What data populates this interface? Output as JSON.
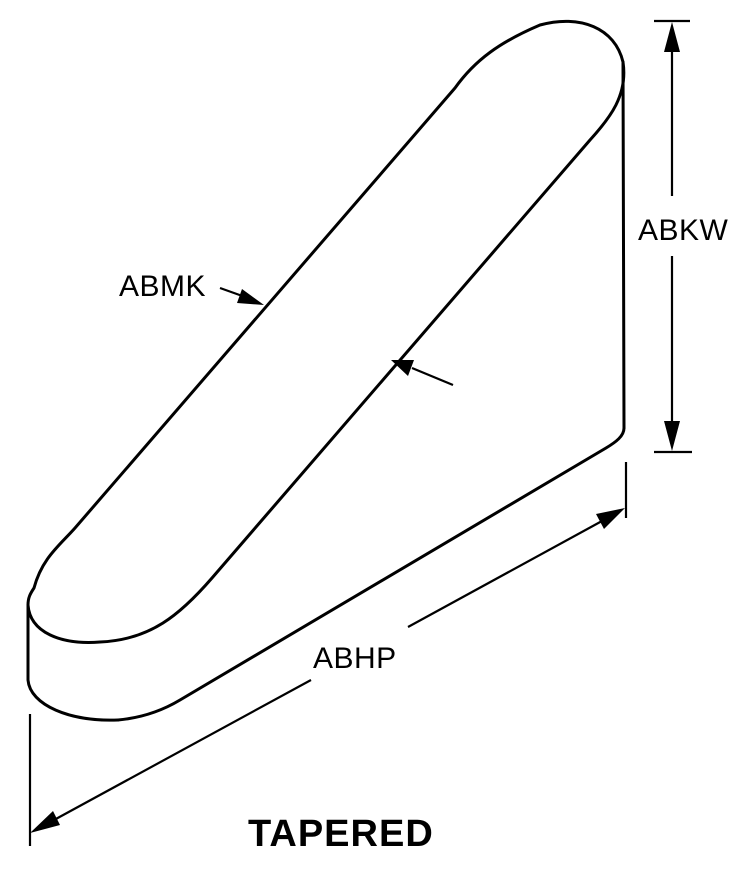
{
  "diagram": {
    "caption": "TAPERED",
    "labels": {
      "height": "ABKW",
      "thickness_top": "ABMK",
      "length": "ABHP"
    }
  }
}
